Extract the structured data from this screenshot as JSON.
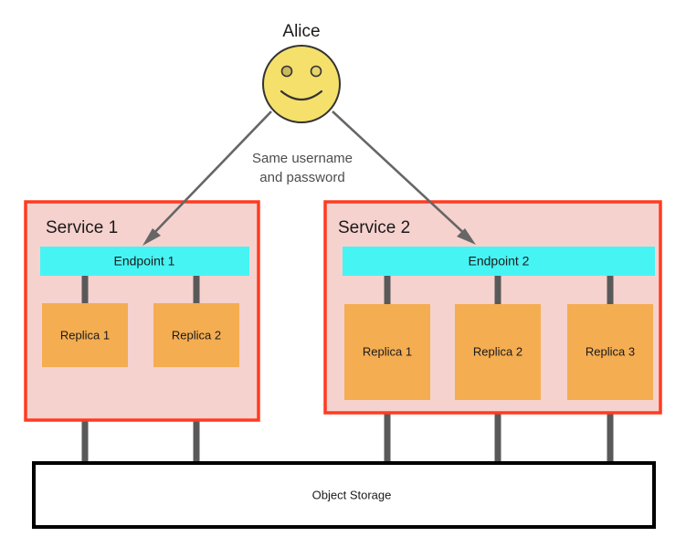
{
  "diagram": {
    "actor": {
      "name": "Alice",
      "icon": "smiley-face-icon",
      "face_fill": "#F5E06B",
      "face_stroke": "#333333"
    },
    "edge_label": {
      "line1": "Same username",
      "line2": "and password"
    },
    "services": [
      {
        "title": "Service 1",
        "box_fill": "#F6D2CE",
        "box_stroke": "#FF3B21",
        "endpoint": {
          "label": "Endpoint 1",
          "fill": "#46F4F4"
        },
        "replicas": [
          {
            "label": "Replica 1"
          },
          {
            "label": "Replica 2"
          }
        ]
      },
      {
        "title": "Service 2",
        "box_fill": "#F6D2CE",
        "box_stroke": "#FF3B21",
        "endpoint": {
          "label": "Endpoint 2",
          "fill": "#46F4F4"
        },
        "replicas": [
          {
            "label": "Replica 1"
          },
          {
            "label": "Replica 2"
          },
          {
            "label": "Replica 3"
          }
        ]
      }
    ],
    "storage": {
      "label": "Object Storage",
      "fill": "#FFFFFF",
      "stroke": "#000000"
    },
    "colors": {
      "replica_fill": "#F5AD52",
      "connector": "#595959",
      "arrow": "#666666"
    }
  }
}
